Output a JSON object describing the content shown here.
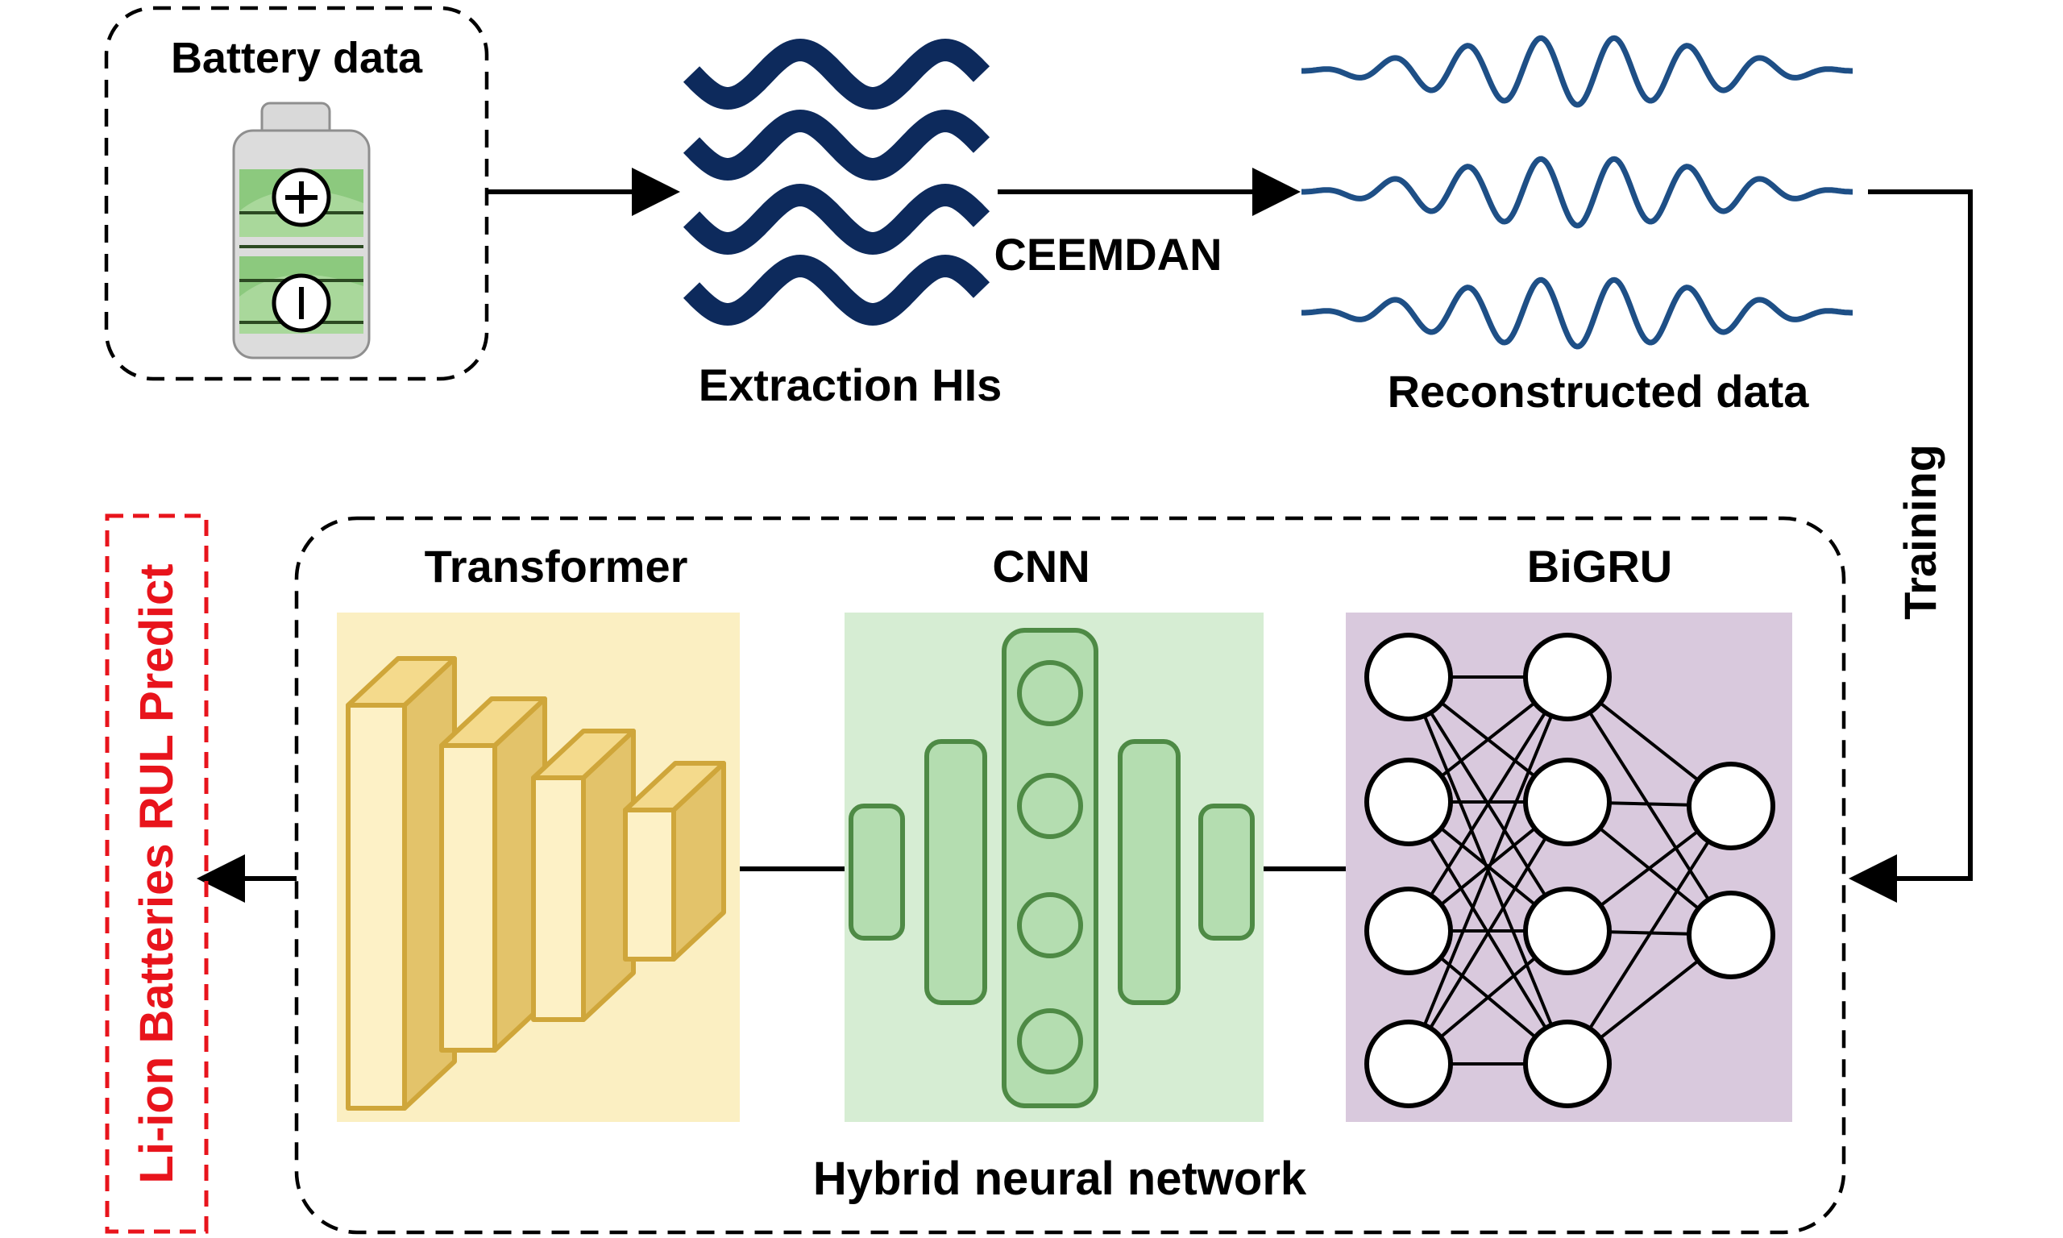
{
  "labels": {
    "battery_data": "Battery data",
    "extraction_his": "Extraction HIs",
    "ceemdan": "CEEMDAN",
    "reconstructed_data": "Reconstructed data",
    "training": "Training",
    "transformer": "Transformer",
    "cnn": "CNN",
    "bigru": "BiGRU",
    "hybrid_neural_network": "Hybrid neural network",
    "output": "Li-ion Batteries RUL Predict"
  },
  "colors": {
    "wave_navy": "#0d2a5c",
    "signal_blue": "#1e4f86",
    "output_red": "#e8141c",
    "transformer_bg": "#fbefc2",
    "transformer_stroke": "#cfa63a",
    "cnn_bg": "#d6edd3",
    "cnn_stroke": "#4e8a45",
    "bigru_bg": "#d9c9dd",
    "battery_green": "#8cc97e"
  },
  "icons": {
    "battery": "battery-icon",
    "waves": "waves-icon",
    "signals": "signal-waves-icon",
    "transformer": "transformer-blocks-icon",
    "cnn": "cnn-layers-icon",
    "bigru": "neural-network-icon"
  }
}
